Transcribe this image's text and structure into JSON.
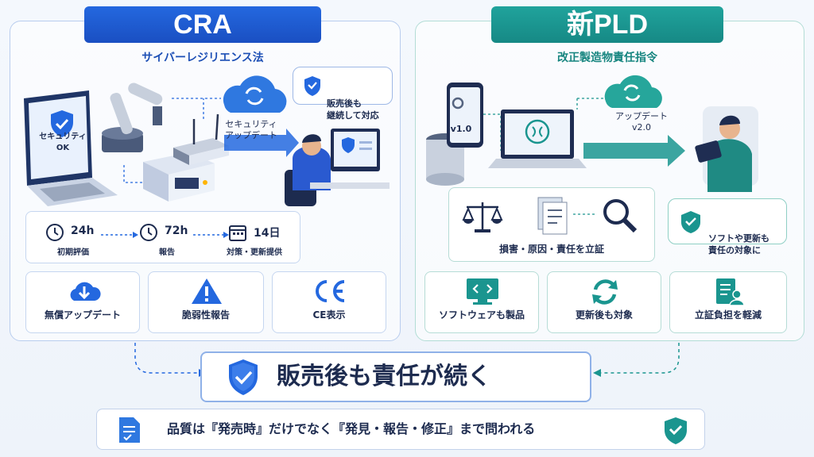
{
  "cra": {
    "title": "CRA",
    "subtitle": "サイバーレジリエンス法",
    "laptop_label": "セキュリティ\nOK",
    "cloud_label": "セキュリティ\nアップデート",
    "bubble_text": "販売後も\n継続して対応",
    "timeline": [
      {
        "value": "24h",
        "label": "初期評価",
        "icon": "clock-icon"
      },
      {
        "value": "72h",
        "label": "報告",
        "icon": "clock-icon"
      },
      {
        "value": "14日",
        "label": "対策・更新提供",
        "icon": "calendar-icon"
      }
    ],
    "cards": [
      {
        "label": "無償アップデート",
        "icon": "cloud-download-icon"
      },
      {
        "label": "脆弱性報告",
        "icon": "warning-icon"
      },
      {
        "label": "CE表示",
        "icon": "ce-mark-icon"
      }
    ]
  },
  "pld": {
    "title": "新PLD",
    "subtitle": "改正製造物責任指令",
    "phone_version": "v1.0",
    "cloud_label": "アップデート\nv2.0",
    "proof_label": "損害・原因・責任を立証",
    "bubble_text": "ソフトや更新も\n責任の対象に",
    "cards": [
      {
        "label": "ソフトウェアも製品",
        "icon": "code-monitor-icon"
      },
      {
        "label": "更新後も対象",
        "icon": "refresh-icon"
      },
      {
        "label": "立証負担を軽減",
        "icon": "document-person-icon"
      }
    ]
  },
  "banner": {
    "text": "販売後も責任が続く"
  },
  "quality": {
    "text": "品質は『発売時』だけでなく『発見・報告・修正』まで問われる"
  },
  "colors": {
    "cra_blue": "#1e5bd4",
    "pld_teal": "#1a958f",
    "dark": "#1d2b4f"
  }
}
